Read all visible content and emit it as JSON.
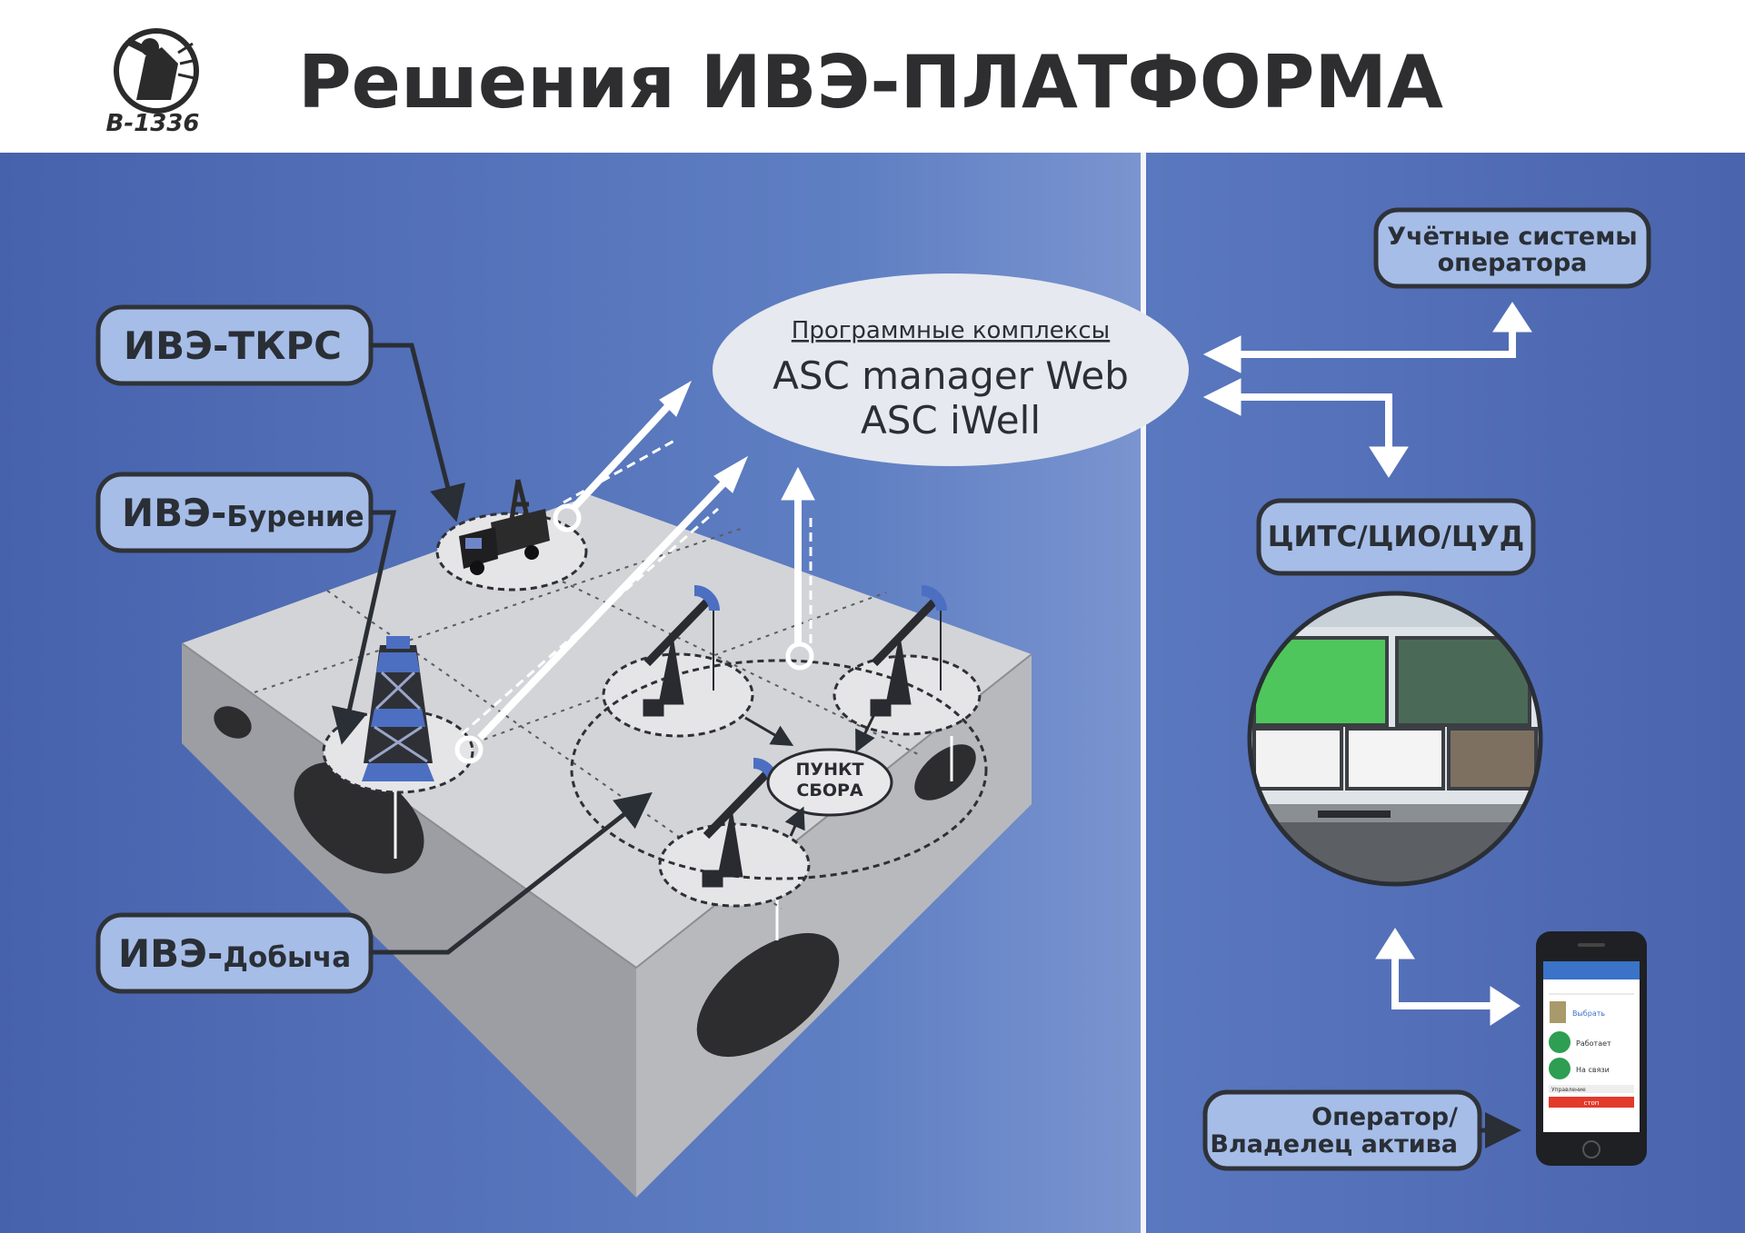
{
  "header": {
    "title": "Решения ИВЭ-ПЛАТФОРМА",
    "logo_text": "B-1336"
  },
  "labels": {
    "tkrs": "ИВЭ-ТКРС",
    "burenie_prefix": "ИВЭ-",
    "burenie_suffix": "Бурение",
    "dobycha_prefix": "ИВЭ-",
    "dobycha_suffix": "Добыча"
  },
  "software": {
    "heading": "Программные комплексы",
    "line1": "ASC manager Web",
    "line2": "ASC iWell"
  },
  "right": {
    "accounting_line1": "Учётные системы",
    "accounting_line2": "оператора",
    "control_center": "ЦИТС/ЦИО/ЦУД",
    "operator_line1": "Оператор/",
    "operator_line2": "Владелец актива"
  },
  "collection_point": {
    "line1": "ПУНКТ",
    "line2": "СБОРА"
  },
  "phone": {
    "btn_choose": "Выбрать",
    "status_working": "Работает",
    "status_online": "На связи",
    "section_control": "Управление",
    "btn_stop": "стоп"
  },
  "colors": {
    "bg_blue": "#4d69b2",
    "box_fill": "#a6bde8",
    "box_stroke": "#2f3338",
    "ground_top": "#d2d3d6",
    "ground_side": "#9b9ca1",
    "ground_front": "#b9babe",
    "accent_blue": "#5a7fcf"
  }
}
